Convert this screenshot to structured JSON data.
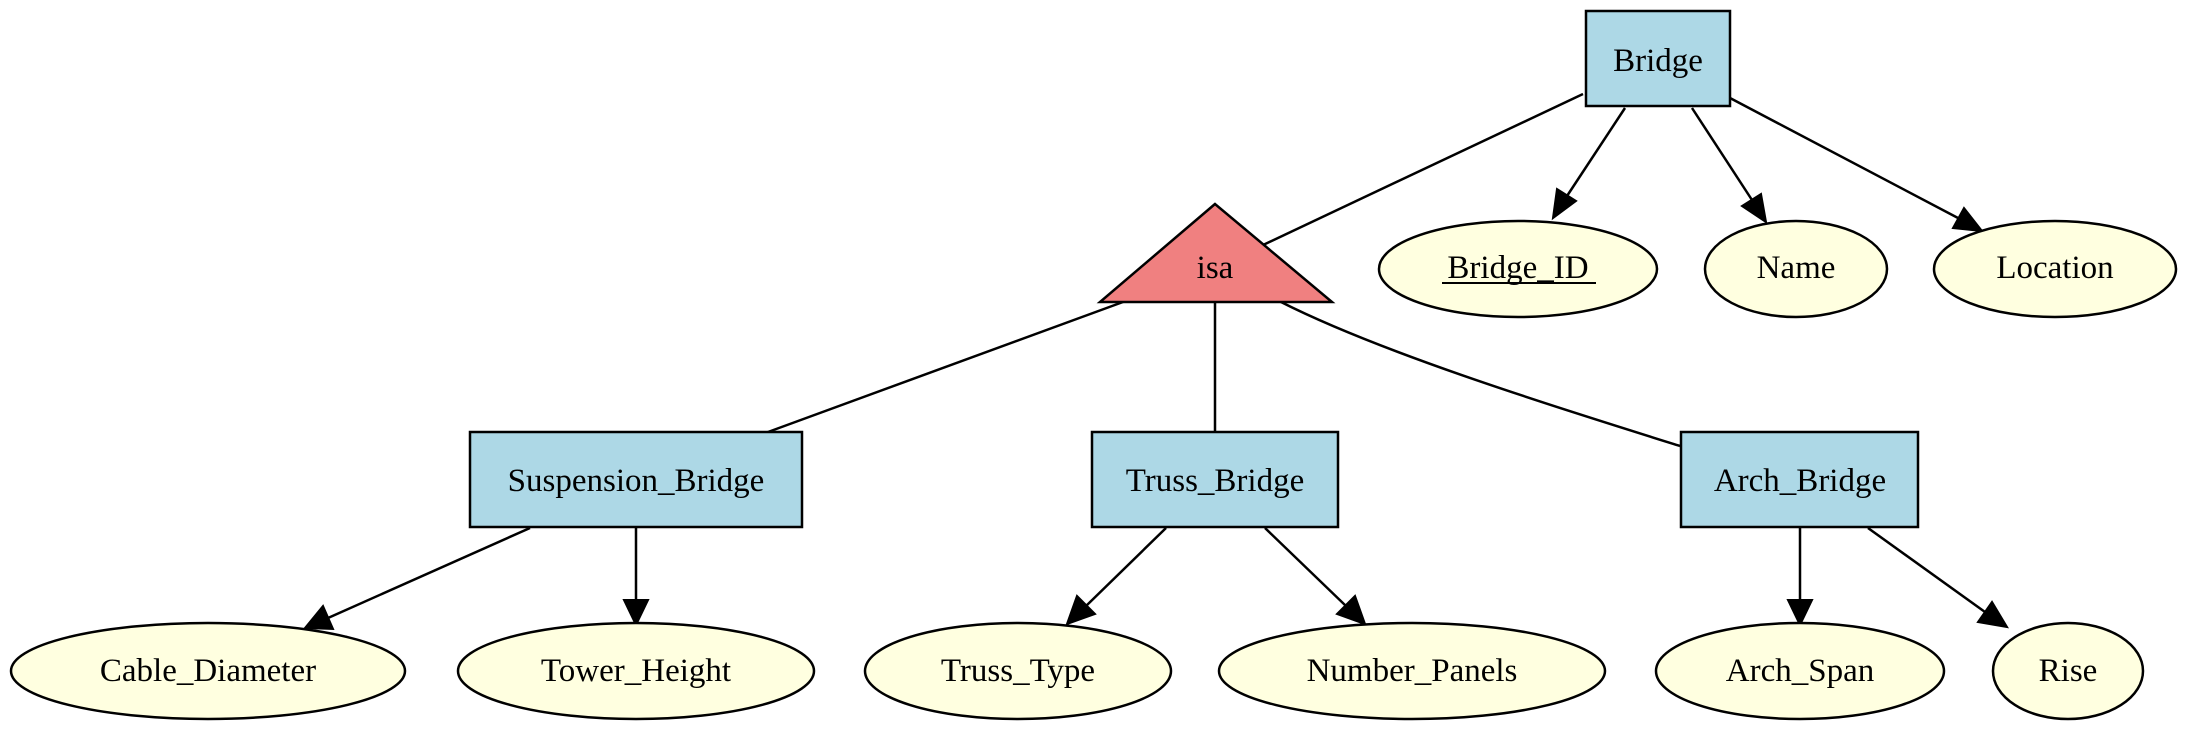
{
  "colors": {
    "entity_fill": "#add8e6",
    "attribute_fill": "#ffffe0",
    "isa_fill": "#f08080",
    "stroke": "#000000"
  },
  "entities": {
    "bridge": "Bridge",
    "suspension_bridge": "Suspension_Bridge",
    "truss_bridge": "Truss_Bridge",
    "arch_bridge": "Arch_Bridge"
  },
  "isa": {
    "label": "isa"
  },
  "attributes": {
    "bridge_id": "Bridge_ID",
    "name": "Name",
    "location": "Location",
    "cable_diameter": "Cable_Diameter",
    "tower_height": "Tower_Height",
    "truss_type": "Truss_Type",
    "number_panels": "Number_Panels",
    "arch_span": "Arch_Span",
    "rise": "Rise"
  },
  "key_attribute": "Bridge_ID"
}
